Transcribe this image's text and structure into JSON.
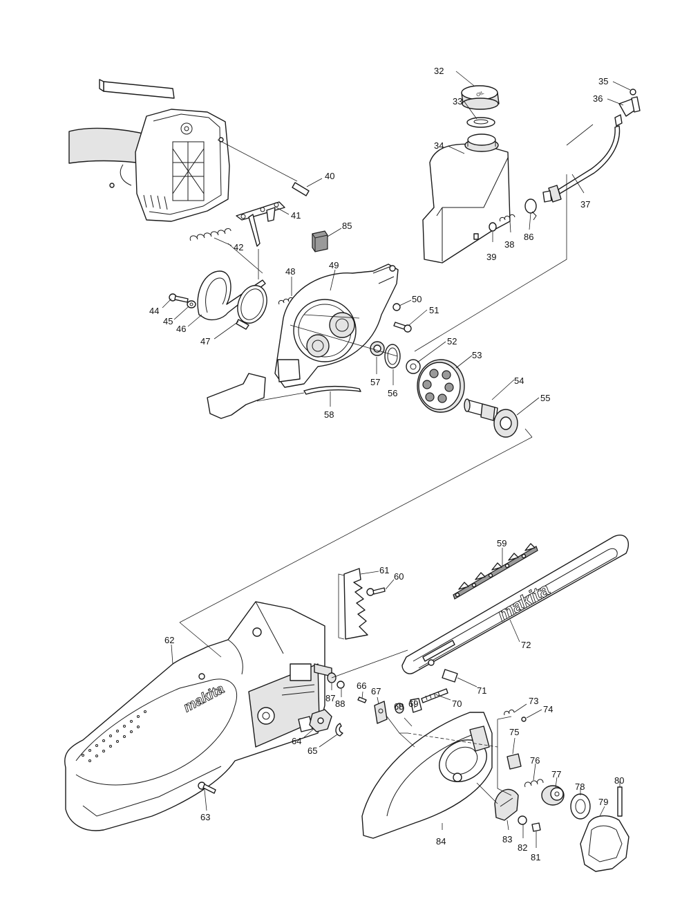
{
  "brand_mark": "makita",
  "fuel_cap_mark": "OIL",
  "callouts": [
    {
      "id": "32",
      "label": "32"
    },
    {
      "id": "33",
      "label": "33"
    },
    {
      "id": "34",
      "label": "34"
    },
    {
      "id": "35",
      "label": "35"
    },
    {
      "id": "36",
      "label": "36"
    },
    {
      "id": "37",
      "label": "37"
    },
    {
      "id": "38",
      "label": "38"
    },
    {
      "id": "39",
      "label": "39"
    },
    {
      "id": "40",
      "label": "40"
    },
    {
      "id": "41",
      "label": "41"
    },
    {
      "id": "42",
      "label": "42"
    },
    {
      "id": "44",
      "label": "44"
    },
    {
      "id": "45",
      "label": "45"
    },
    {
      "id": "46",
      "label": "46"
    },
    {
      "id": "47",
      "label": "47"
    },
    {
      "id": "48",
      "label": "48"
    },
    {
      "id": "49",
      "label": "49"
    },
    {
      "id": "50",
      "label": "50"
    },
    {
      "id": "51",
      "label": "51"
    },
    {
      "id": "52",
      "label": "52"
    },
    {
      "id": "53",
      "label": "53"
    },
    {
      "id": "54",
      "label": "54"
    },
    {
      "id": "55",
      "label": "55"
    },
    {
      "id": "56",
      "label": "56"
    },
    {
      "id": "57",
      "label": "57"
    },
    {
      "id": "58",
      "label": "58"
    },
    {
      "id": "59",
      "label": "59"
    },
    {
      "id": "60",
      "label": "60"
    },
    {
      "id": "61",
      "label": "61"
    },
    {
      "id": "62",
      "label": "62"
    },
    {
      "id": "63",
      "label": "63"
    },
    {
      "id": "64",
      "label": "64"
    },
    {
      "id": "65",
      "label": "65"
    },
    {
      "id": "66",
      "label": "66"
    },
    {
      "id": "67",
      "label": "67"
    },
    {
      "id": "68",
      "label": "68"
    },
    {
      "id": "69",
      "label": "69"
    },
    {
      "id": "70",
      "label": "70"
    },
    {
      "id": "71",
      "label": "71"
    },
    {
      "id": "72",
      "label": "72"
    },
    {
      "id": "73",
      "label": "73"
    },
    {
      "id": "74",
      "label": "74"
    },
    {
      "id": "75",
      "label": "75"
    },
    {
      "id": "76",
      "label": "76"
    },
    {
      "id": "77",
      "label": "77"
    },
    {
      "id": "78",
      "label": "78"
    },
    {
      "id": "79",
      "label": "79"
    },
    {
      "id": "80",
      "label": "80"
    },
    {
      "id": "81",
      "label": "81"
    },
    {
      "id": "82",
      "label": "82"
    },
    {
      "id": "83",
      "label": "83"
    },
    {
      "id": "84",
      "label": "84"
    },
    {
      "id": "85",
      "label": "85"
    },
    {
      "id": "86",
      "label": "86"
    },
    {
      "id": "87",
      "label": "87"
    },
    {
      "id": "88",
      "label": "88"
    }
  ]
}
